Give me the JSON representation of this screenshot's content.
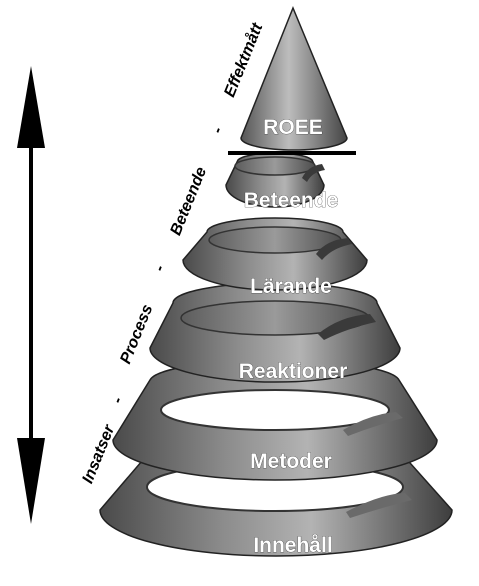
{
  "levels": {
    "roee": "ROEE",
    "beteende": "Beteende",
    "larande": "Lärande",
    "reaktioner": "Reaktioner",
    "metoder": "Metoder",
    "innehall": "Innehåll"
  },
  "side_labels": {
    "insatser": "Insatser",
    "dash1": "-",
    "process": "Process",
    "dash2": "-",
    "beteende": "Beteende",
    "dash3": "-",
    "effektmatt": "Effektmått"
  },
  "colors": {
    "cone_dark": "#3c3c3c",
    "cone_mid": "#8a8a8a",
    "cone_light": "#c8c8c8",
    "arrow": "#000000"
  },
  "icons": {
    "arrow": "double-headed-vertical-arrow"
  }
}
